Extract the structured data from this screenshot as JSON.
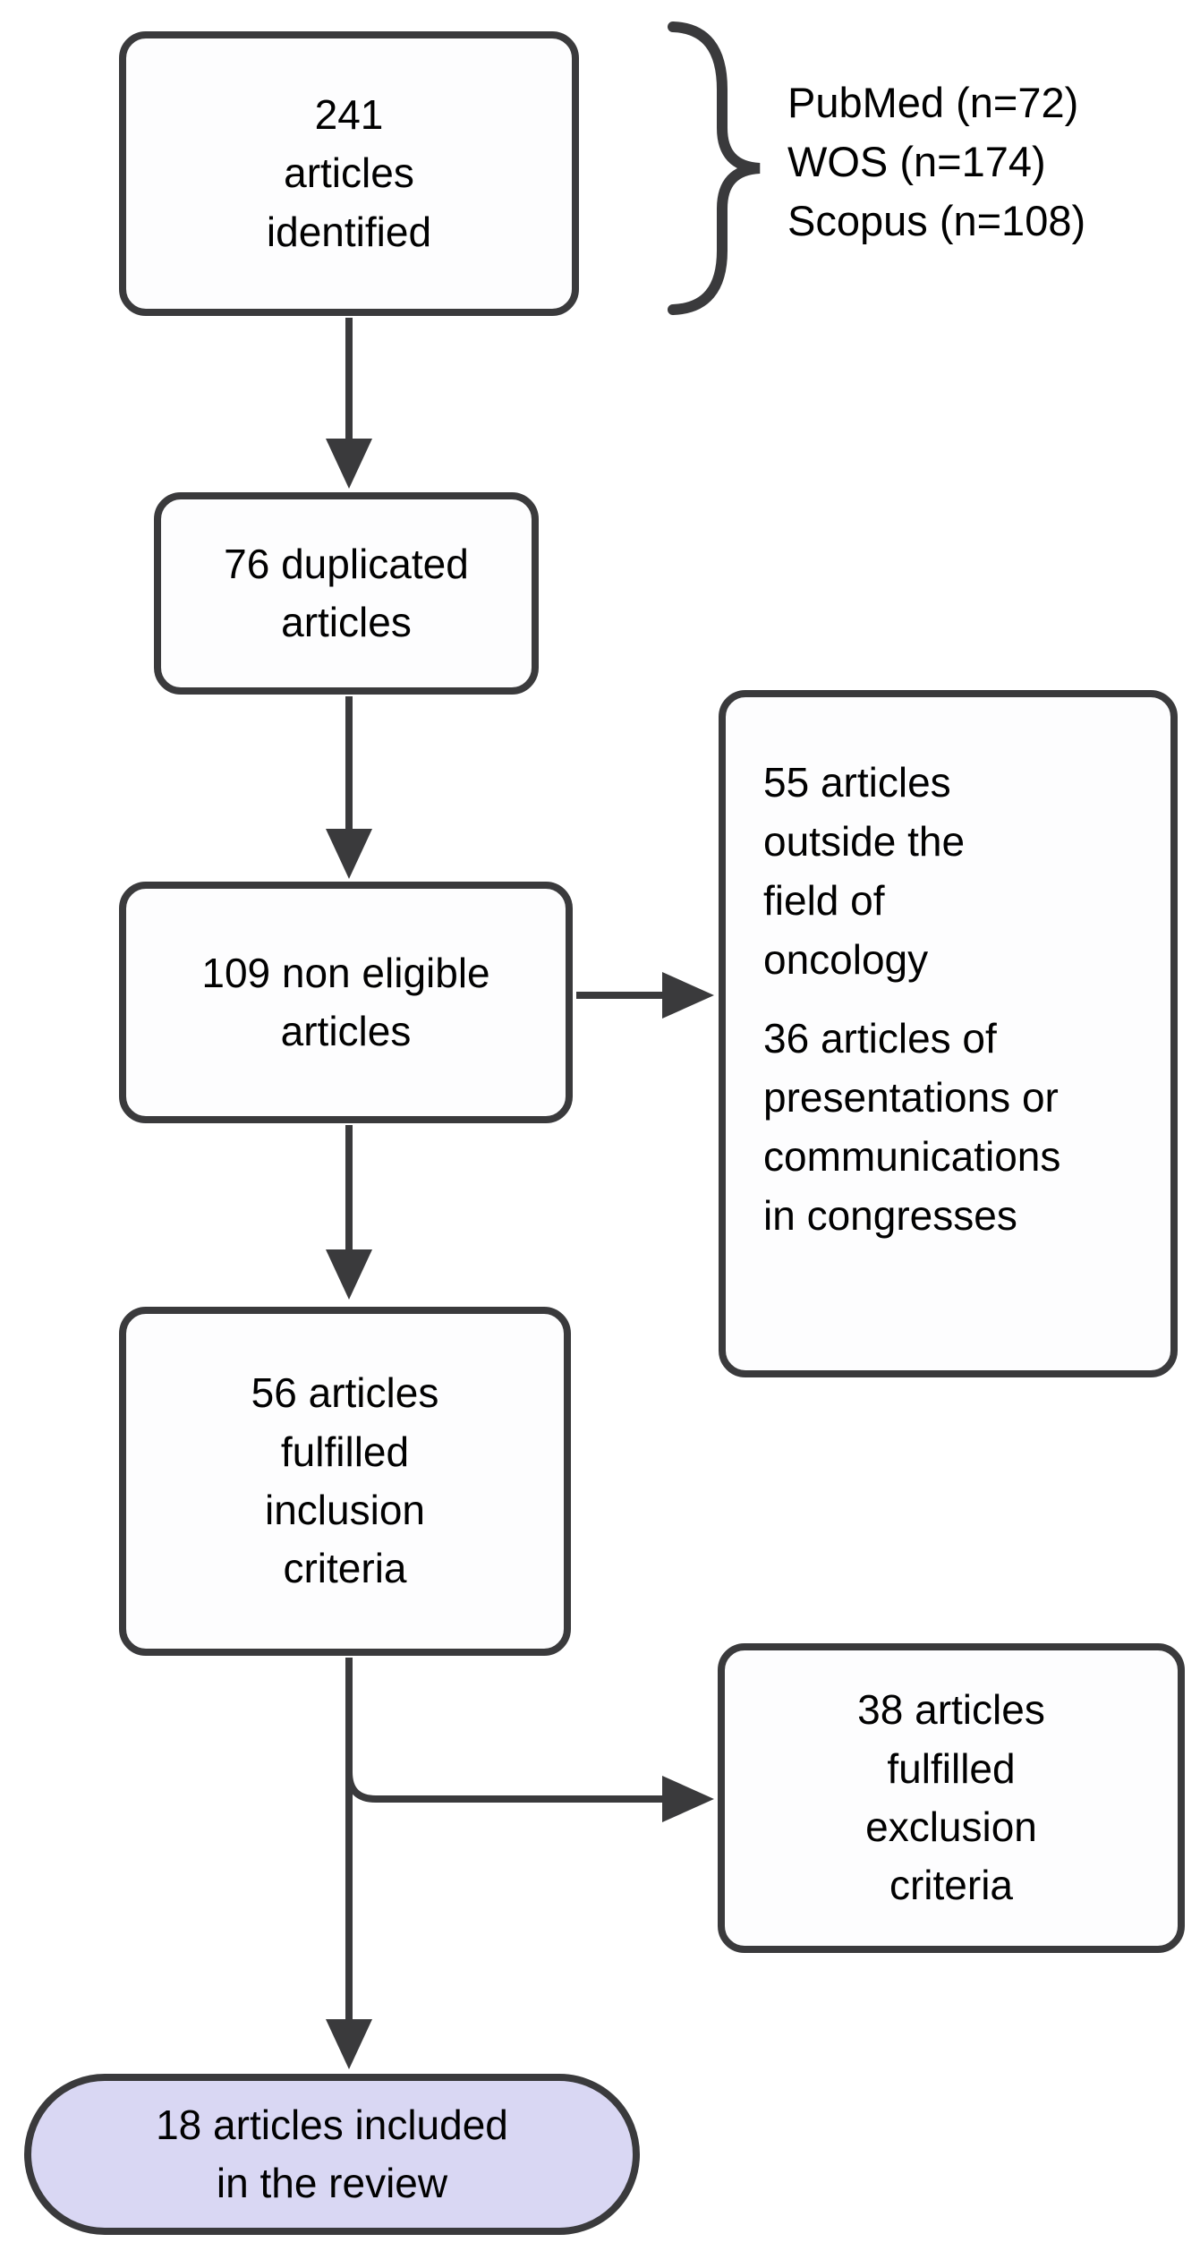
{
  "diagram": {
    "colors": {
      "background": "#ffffff",
      "box_border": "#3a3a3c",
      "box_fill": "#fdfdfe",
      "arrow": "#3a3a3c",
      "included_fill": "#d9d7f3",
      "text": "#010101"
    },
    "nodes": {
      "identified": {
        "text": "241\narticles\nidentified"
      },
      "sources": {
        "text": "PubMed (n=72)\nWOS (n=174)\nScopus (n=108)"
      },
      "duplicated": {
        "text": "76 duplicated\narticles"
      },
      "non_eligible": {
        "text": "109 non eligible\narticles"
      },
      "reasons": {
        "oncology": "55 articles\noutside the\nfield of\noncology",
        "congress": "36 articles of\npresentations or\ncommunications\nin congresses"
      },
      "inclusion": {
        "text": "56 articles\nfulfilled\ninclusion\ncriteria"
      },
      "exclusion": {
        "text": "38 articles\nfulfilled\nexclusion\ncriteria"
      },
      "included": {
        "text": "18 articles included\nin the review"
      }
    }
  }
}
